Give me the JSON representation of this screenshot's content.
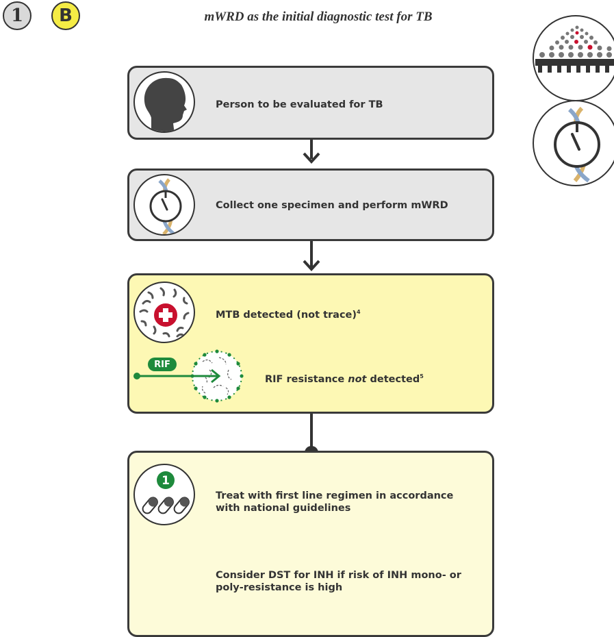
{
  "header": {
    "step_number": "1",
    "step_letter": "B",
    "title": "mWRD as the initial diagnostic test for TB"
  },
  "flow": {
    "step1": "Person to be evaluated for TB",
    "step2": "Collect one specimen and perform mWRD",
    "result_mtb": "MTB detected (not trace)",
    "result_mtb_note": "4",
    "rif_tag": "RIF",
    "rif_prefix": "RIF resistance ",
    "rif_not": "not",
    "rif_suffix": " detected",
    "rif_note": "5",
    "treatment_number": "1",
    "treatment_line1": "Treat with first line regimen in accordance",
    "treatment_line2": "with national guidelines",
    "dst_line1": "Consider DST for INH if risk of INH mono- or",
    "dst_line2": "poly-resistance is high"
  },
  "colors": {
    "gray_box": "#e6e6e6",
    "yellow_box": "#fdf8b4",
    "light_yellow_box": "#fdfbd9",
    "badge_yellow": "#f5ec45",
    "green": "#1e8a3c",
    "red": "#c8102e"
  },
  "icons": [
    "person-head-icon",
    "dna-clock-icon",
    "bacteria-positive-icon",
    "rif-resistance-icon",
    "pills-icon",
    "population-icon"
  ]
}
